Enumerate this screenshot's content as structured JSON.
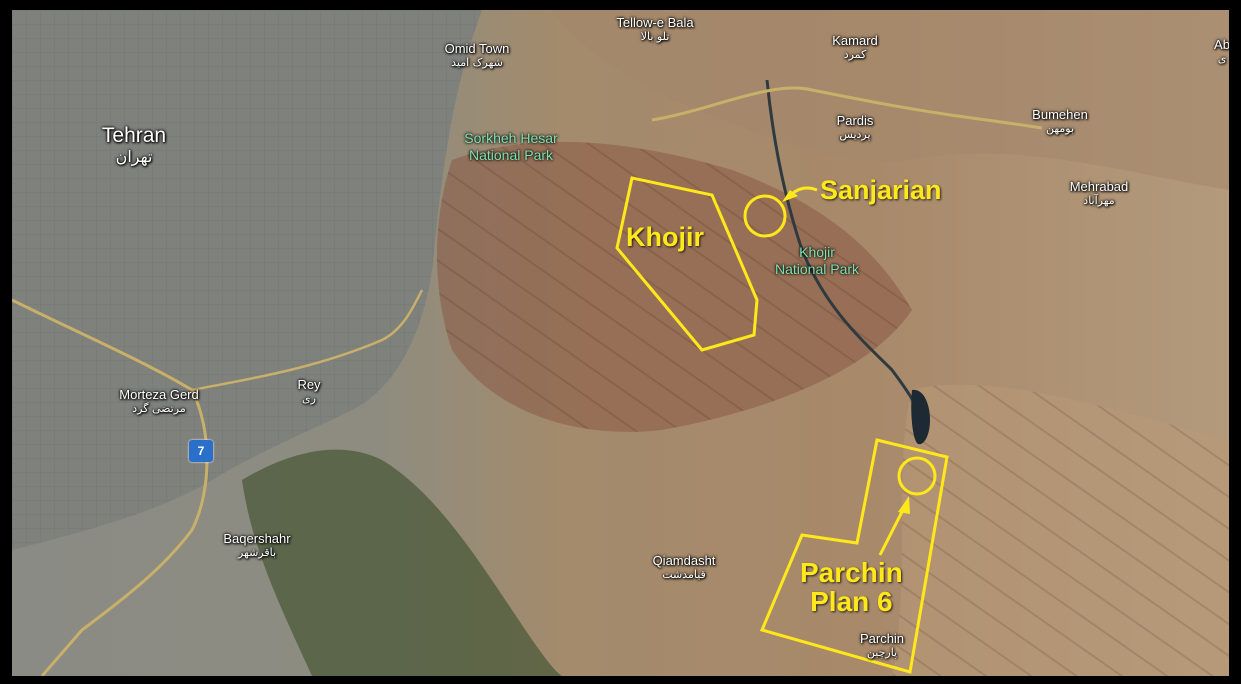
{
  "colors": {
    "annotation": "#ffe81a",
    "park_label": "#7ee0b0",
    "road": "#c9b06a",
    "route_shield": "#2a6fc9"
  },
  "places": {
    "tellow_e_bala": {
      "en": "Tellow-e Bala",
      "fa": "تلو بالا"
    },
    "omid_town": {
      "en": "Omid Town",
      "fa": "شهرک امید"
    },
    "kamard": {
      "en": "Kamard",
      "fa": "کمرد"
    },
    "pardis": {
      "en": "Pardis",
      "fa": "پردیس"
    },
    "bumehen": {
      "en": "Bumehen",
      "fa": "بومهن"
    },
    "mehrabad": {
      "en": "Mehrabad",
      "fa": "مهرآباد"
    },
    "tehran": {
      "en": "Tehran",
      "fa": "تهران"
    },
    "morteza_gerd": {
      "en": "Morteza Gerd",
      "fa": "مرتضی گرد"
    },
    "rey": {
      "en": "Rey",
      "fa": "ری"
    },
    "baqershahr": {
      "en": "Baqershahr",
      "fa": "باقرشهر"
    },
    "qiamdasht": {
      "en": "Qiamdasht",
      "fa": "قیامدشت"
    },
    "parchin": {
      "en": "Parchin",
      "fa": "پارچین"
    },
    "edge_label": {
      "en": "Ab",
      "fa": "ی"
    }
  },
  "parks": {
    "sorkheh_hesar": {
      "line1": "Sorkheh Hesar",
      "line2": "National Park"
    },
    "khojir": {
      "line1": "Khojir",
      "line2": "National Park"
    }
  },
  "annotations": {
    "sanjarian": "Sanjarian",
    "khojir": "Khojir",
    "parchin_line1": "Parchin",
    "parchin_line2": "Plan 6"
  },
  "route_shield": "7"
}
